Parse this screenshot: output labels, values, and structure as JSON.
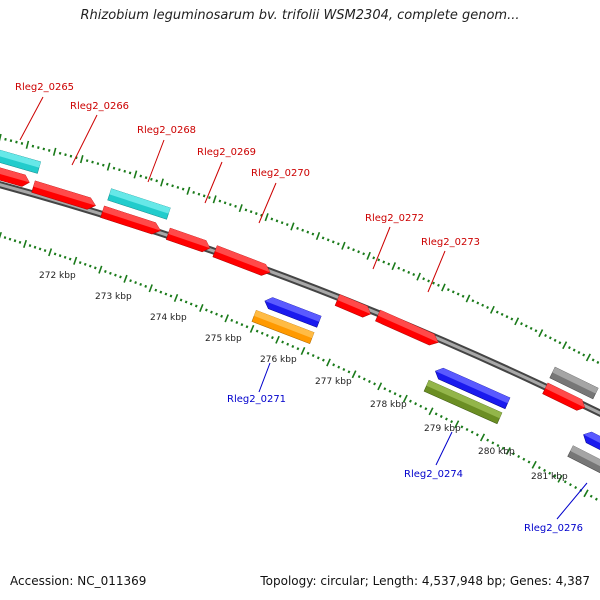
{
  "title": "Rhizobium leguminosarum bv. trifolii WSM2304, complete genom...",
  "footer": {
    "accession": "Accession: NC_011369",
    "summary": "Topology: circular; Length: 4,537,948 bp; Genes: 4,387"
  },
  "colors": {
    "backbone": "#888888",
    "tick_dots": "#1a7a1a",
    "forward_label": "#cc0000",
    "reverse_label": "#0000cc",
    "red": "#ff0000",
    "cyan": "#22cccc",
    "blue": "#1a1aee",
    "orange": "#ff9900",
    "olive": "#6b8e23",
    "gray": "#777777"
  },
  "kbp_labels": [
    "272 kbp",
    "273 kbp",
    "274 kbp",
    "275 kbp",
    "276 kbp",
    "277 kbp",
    "278 kbp",
    "279 kbp",
    "280 kbp",
    "281 kbp"
  ],
  "gene_labels": {
    "rleg2_0265": "Rleg2_0265",
    "rleg2_0266": "Rleg2_0266",
    "rleg2_0268": "Rleg2_0268",
    "rleg2_0269": "Rleg2_0269",
    "rleg2_0270": "Rleg2_0270",
    "rleg2_0271": "Rleg2_0271",
    "rleg2_0272": "Rleg2_0272",
    "rleg2_0273": "Rleg2_0273",
    "rleg2_0274": "Rleg2_0274",
    "rleg2_0276": "Rleg2_0276"
  }
}
